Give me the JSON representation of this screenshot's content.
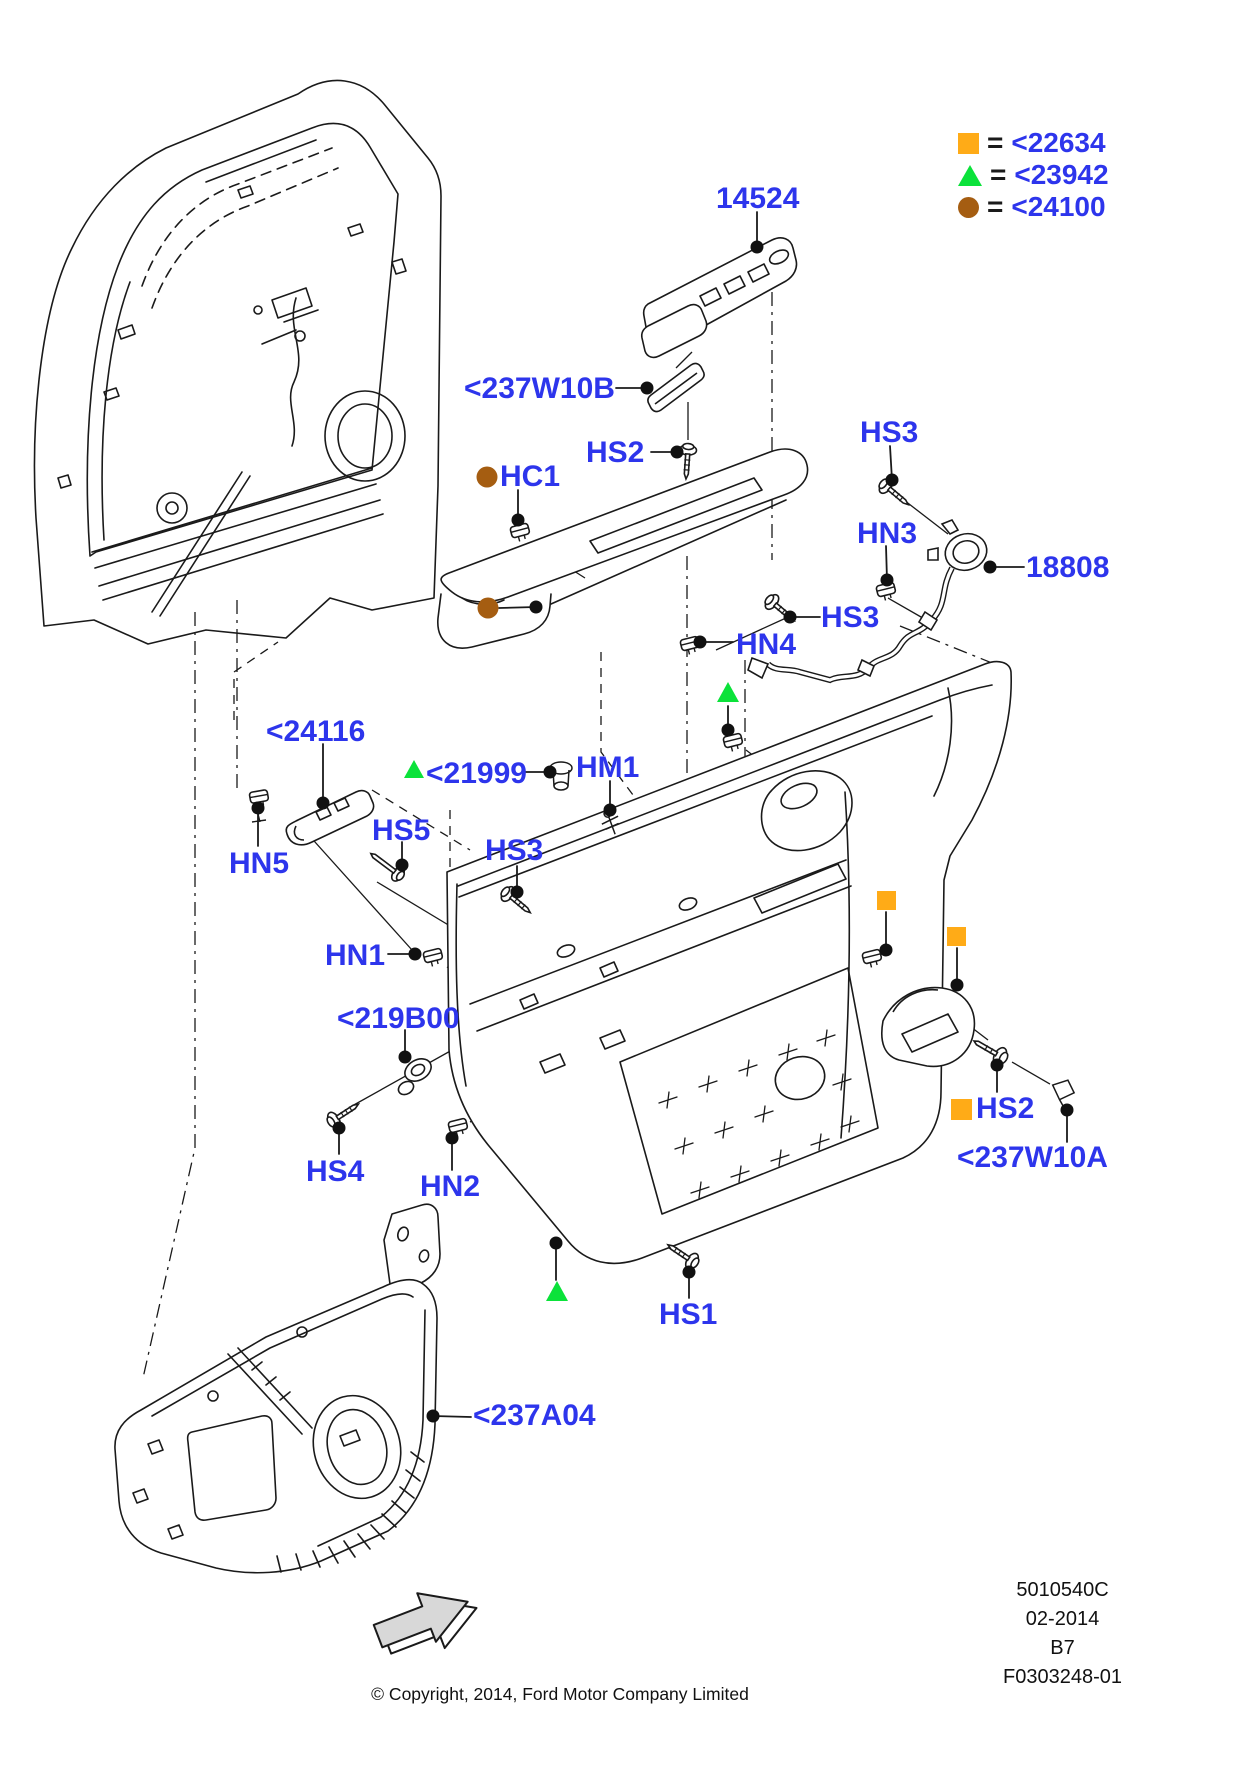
{
  "colors": {
    "blue": "#2D35EC",
    "orange": "#FFAB17",
    "green": "#0BE23A",
    "brown": "#A55D11",
    "ink": "#1A1A1A",
    "arrow": "#D8D8D8"
  },
  "legend": {
    "items": [
      {
        "symbol": "square",
        "equals": "=",
        "label": "<22634"
      },
      {
        "symbol": "triangle",
        "equals": "=",
        "label": "<23942"
      },
      {
        "symbol": "circle",
        "equals": "=",
        "label": "<24100"
      }
    ]
  },
  "callouts": [
    {
      "text": "14524"
    },
    {
      "text": "<237W10B"
    },
    {
      "text": "HS2"
    },
    {
      "text": "HC1"
    },
    {
      "text": "HS3"
    },
    {
      "text": "HN3"
    },
    {
      "text": "18808"
    },
    {
      "text": "HS3"
    },
    {
      "text": "HN4"
    },
    {
      "text": "<24116"
    },
    {
      "text": "<21999"
    },
    {
      "text": "HM1"
    },
    {
      "text": "HS5"
    },
    {
      "text": "HS3"
    },
    {
      "text": "HN5"
    },
    {
      "text": "HN1"
    },
    {
      "text": "<219B00"
    },
    {
      "text": "HS4"
    },
    {
      "text": "HN2"
    },
    {
      "text": "HS2"
    },
    {
      "text": "<237W10A"
    },
    {
      "text": "HS1"
    },
    {
      "text": "<237A04"
    }
  ],
  "markers": [
    {
      "shape": "circle",
      "part_ref": "<24100"
    },
    {
      "shape": "circle",
      "part_ref": "<24100"
    },
    {
      "shape": "triangle",
      "part_ref": "<23942"
    },
    {
      "shape": "triangle",
      "part_ref": "<23942"
    },
    {
      "shape": "triangle",
      "part_ref": "<23942"
    },
    {
      "shape": "square",
      "part_ref": "<22634"
    },
    {
      "shape": "square",
      "part_ref": "<22634"
    },
    {
      "shape": "square",
      "part_ref": "<22634"
    }
  ],
  "doc_block": {
    "lines": [
      "5010540C",
      "02-2014",
      "B7",
      "F0303248-01"
    ]
  },
  "footer": {
    "copyright": "© Copyright, 2014, Ford Motor Company Limited"
  }
}
